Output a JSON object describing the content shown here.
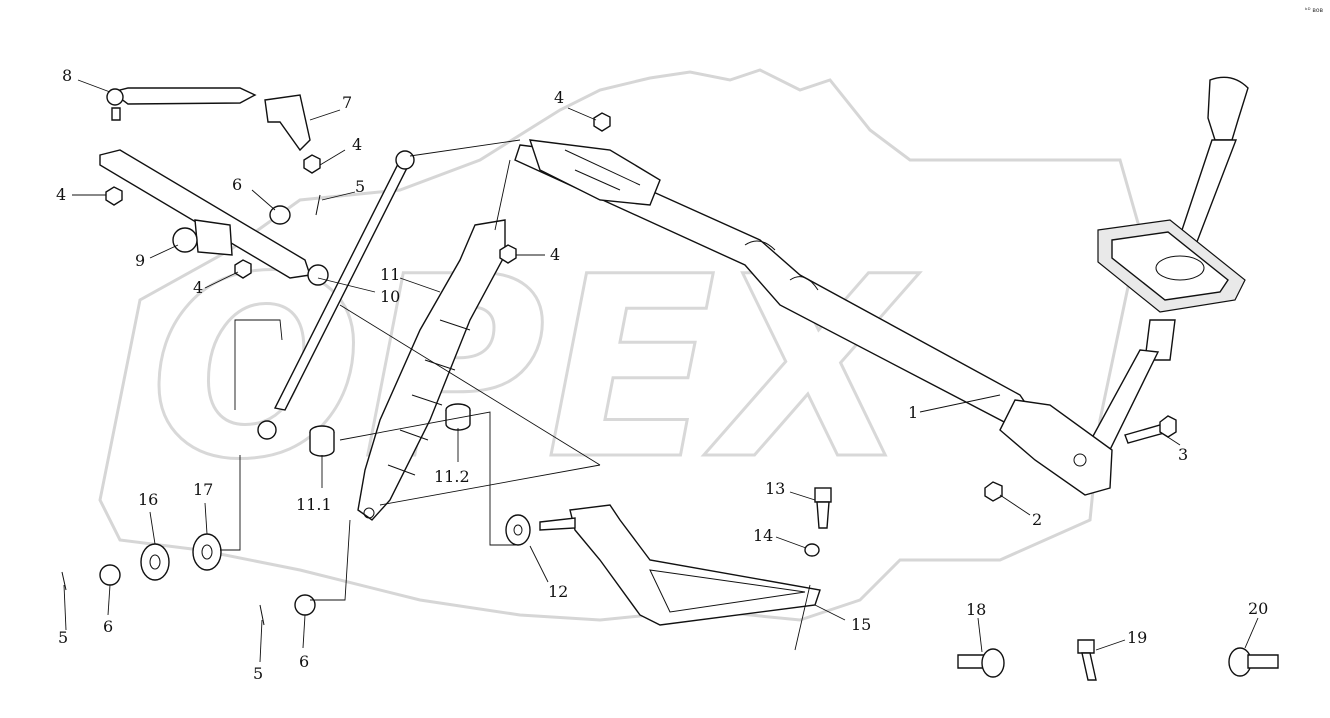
{
  "diagram": {
    "watermark_text": "OPEX",
    "corner_text": "ᵇᴰ ʙᴏʙ",
    "colors": {
      "line": "#111111",
      "watermark": "#d6d6d6",
      "background": "#ffffff"
    },
    "callouts": {
      "c1": "1",
      "c2": "2",
      "c3": "3",
      "c4a": "4",
      "c4b": "4",
      "c4c": "4",
      "c4d": "4",
      "c4e": "4",
      "c5a": "5",
      "c5b": "5",
      "c5c": "5",
      "c6a": "6",
      "c6b": "6",
      "c6c": "6",
      "c7": "7",
      "c8": "8",
      "c9": "9",
      "c10": "10",
      "c11": "11",
      "c11_1": "11.1",
      "c11_2": "11.2",
      "c12": "12",
      "c13": "13",
      "c14": "14",
      "c15": "15",
      "c16": "16",
      "c17": "17",
      "c18": "18",
      "c19": "19",
      "c20": "20"
    }
  }
}
